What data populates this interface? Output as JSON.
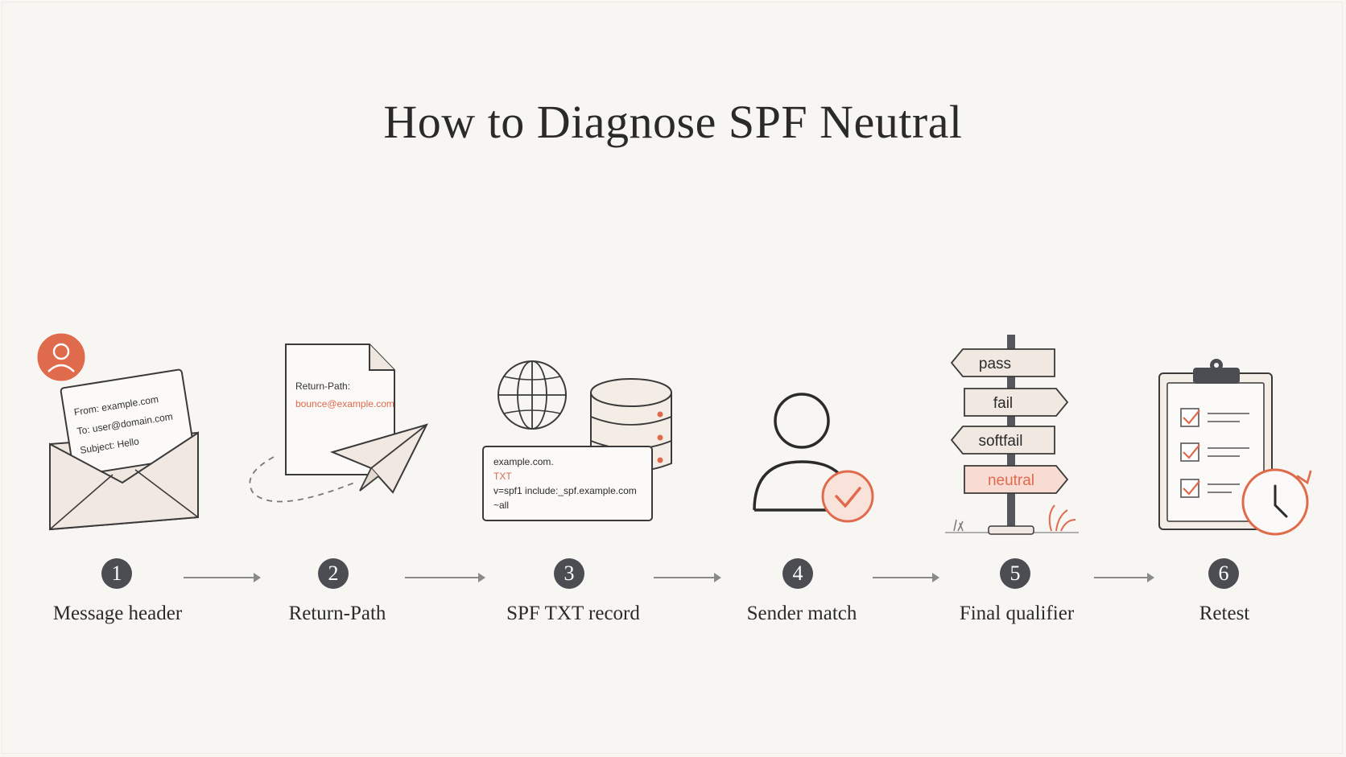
{
  "title": "How to Diagnose SPF Neutral",
  "colors": {
    "accent": "#e06a4c",
    "dark": "#4b4d52",
    "paper": "#f8f6f2"
  },
  "steps": [
    {
      "number": "1",
      "label": "Message header",
      "icon": "envelope-icon",
      "header_lines": [
        "From: example.com",
        "To: user@domain.com",
        "Subject: Hello"
      ]
    },
    {
      "number": "2",
      "label": "Return-Path",
      "icon": "paper-plane-icon",
      "doc_label": "Return-Path:",
      "doc_value": "bounce@example.com"
    },
    {
      "number": "3",
      "label": "SPF TXT record",
      "icon": "dns-record-icon",
      "record_lines": [
        "example.com.",
        "TXT",
        "v=spf1 include:_spf.example.com",
        "~all"
      ]
    },
    {
      "number": "4",
      "label": "Sender match",
      "icon": "user-check-icon"
    },
    {
      "number": "5",
      "label": "Final qualifier",
      "icon": "signpost-icon",
      "signs": [
        "pass",
        "fail",
        "softfail",
        "neutral"
      ]
    },
    {
      "number": "6",
      "label": "Retest",
      "icon": "clipboard-clock-icon"
    }
  ]
}
